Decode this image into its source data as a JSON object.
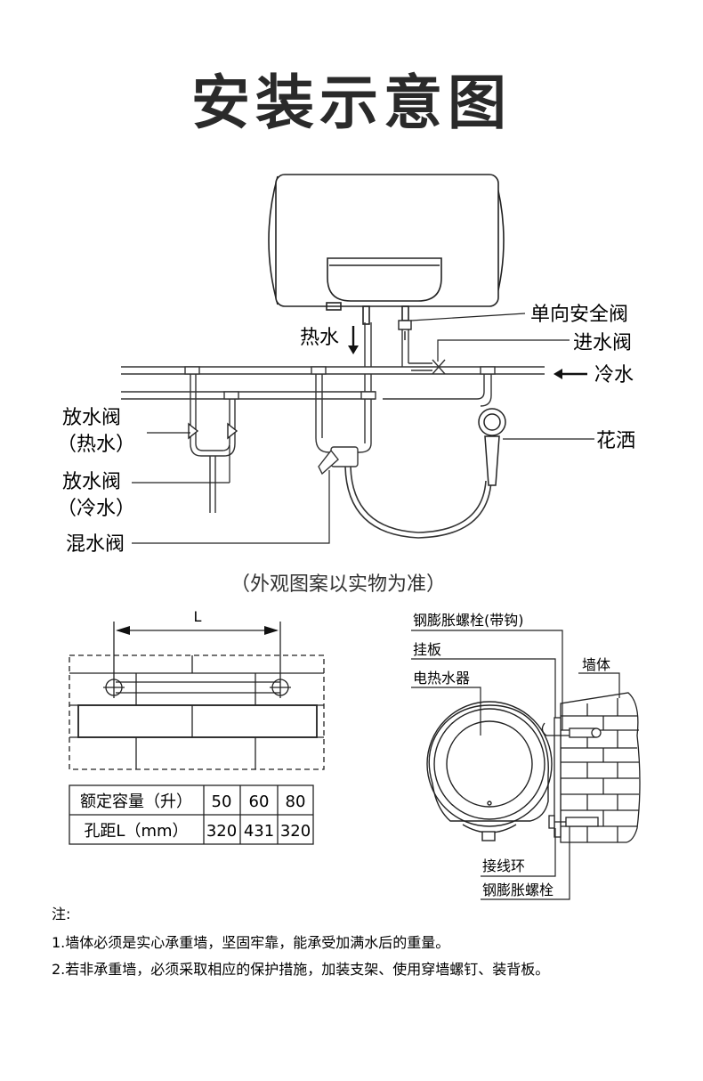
{
  "title": "安装示意图",
  "diagram_top": {
    "labels": {
      "check_valve": "单向安全阀",
      "inlet_valve": "进水阀",
      "cold_water": "冷水",
      "hot_water": "热水",
      "drain_valve_hot_1": "放水阀",
      "drain_valve_hot_2": "（热水）",
      "drain_valve_cold_1": "放水阀",
      "drain_valve_cold_2": "（冷水）",
      "mixing_valve": "混水阀",
      "shower": "花洒"
    },
    "caption": "（外观图案以实物为准）"
  },
  "bracket": {
    "dimension_label": "L"
  },
  "spec_table": {
    "rows": [
      [
        "额定容量（升）",
        "50",
        "60",
        "80"
      ],
      [
        "孔距L（mm）",
        "320",
        "431",
        "320"
      ]
    ]
  },
  "side_view": {
    "labels": {
      "expansion_bolt_hook": "钢膨胀螺栓(带钩)",
      "hanging_plate": "挂板",
      "water_heater": "电热水器",
      "wall": "墙体",
      "terminal_ring": "接线环",
      "expansion_bolt": "钢膨胀螺栓"
    }
  },
  "notes": {
    "heading": "注:",
    "items": [
      "1.墙体必须是实心承重墙，坚固牢靠，能承受加满水后的重量。",
      "2.若非承重墙，必须采取相应的保护措施，加装支架、使用穿墙螺钉、装背板。"
    ]
  }
}
